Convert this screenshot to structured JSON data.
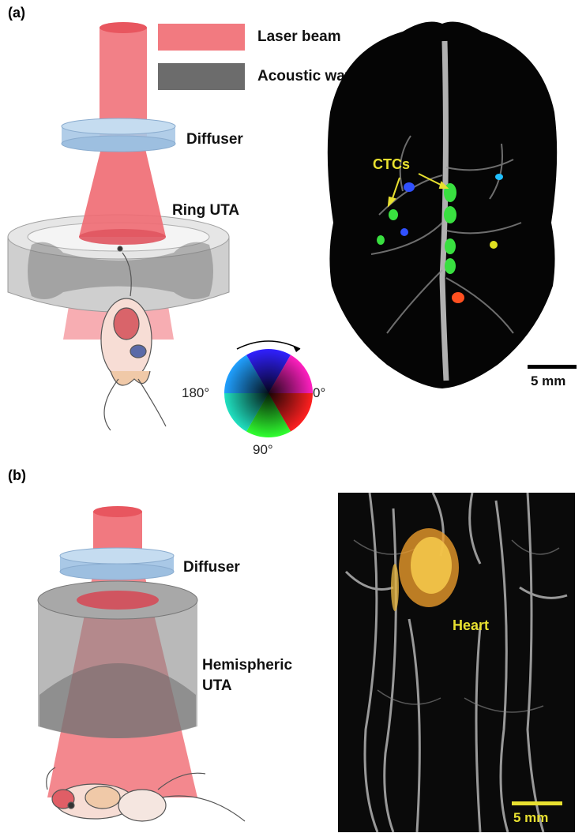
{
  "panel_a": {
    "label": "(a)",
    "legend": [
      {
        "text": "Laser beam",
        "color": "#f06a72"
      },
      {
        "text": "Acoustic wave",
        "color": "#6a6a6a"
      }
    ],
    "diffuser_label": "Diffuser",
    "uta_label": "Ring UTA",
    "ctc_label": "CTCs",
    "scalebar_label": "5 mm",
    "color_wheel": {
      "left": "180°",
      "right": "0°",
      "bottom": "90°"
    }
  },
  "panel_b": {
    "label": "(b)",
    "diffuser_label": "Diffuser",
    "uta_label_line1": "Hemispheric",
    "uta_label_line2": "UTA",
    "heart_label": "Heart",
    "scalebar_label": "5 mm"
  },
  "colors": {
    "laser": "#f06a72",
    "diffuser": "#a9c8e6",
    "uta": "#9a9a9a",
    "annotation": "#e8e030"
  }
}
